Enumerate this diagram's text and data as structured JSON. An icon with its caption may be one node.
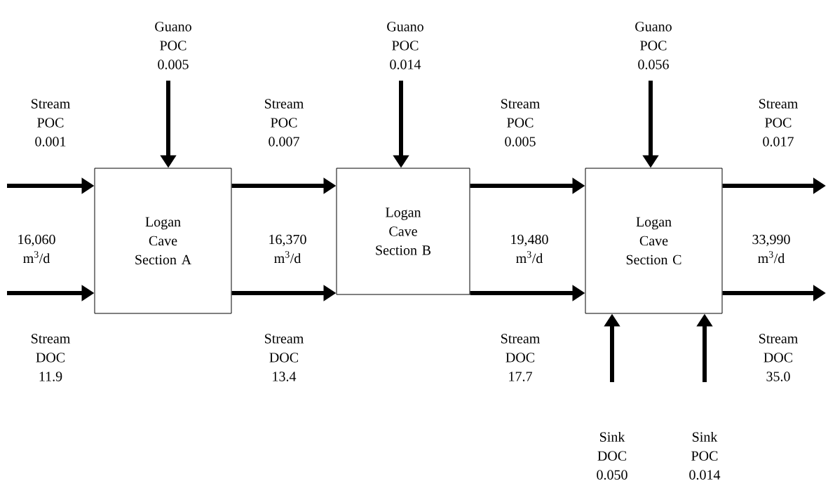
{
  "diagram": {
    "nodes": [
      {
        "text": [
          "Logan Cave Section A"
        ]
      },
      {
        "text": [
          "Logan Cave Section B"
        ]
      },
      {
        "text": [
          "Logan Cave Section C"
        ]
      }
    ],
    "edges": [
      {
        "from": null,
        "to": 0,
        "arrow": "to",
        "label": "Stream POC 0.001"
      },
      {
        "from": null,
        "to": 0,
        "arrow": "to",
        "label": "Stream DOC 11.9"
      },
      {
        "from": null,
        "to": 0,
        "arrow": "to",
        "label": "Guano POC 0.005"
      },
      {
        "from": 0,
        "to": 1,
        "arrow": "to",
        "label": "Stream POC 0.007"
      },
      {
        "from": 0,
        "to": 1,
        "arrow": "to",
        "label": "Stream DOC 13.4"
      },
      {
        "from": null,
        "to": 1,
        "arrow": "to",
        "label": "Guano POC 0.014"
      },
      {
        "from": 1,
        "to": 2,
        "arrow": "to",
        "label": "Stream POC 0.005"
      },
      {
        "from": 1,
        "to": 2,
        "arrow": "to",
        "label": "Stream DOC 17.7"
      },
      {
        "from": null,
        "to": 2,
        "arrow": "to",
        "label": "Guano POC 0.056"
      },
      {
        "from": null,
        "to": 2,
        "arrow": "to",
        "label": "Sink DOC 0.050"
      },
      {
        "from": null,
        "to": 2,
        "arrow": "to",
        "label": "Sink POC 0.014"
      },
      {
        "from": 2,
        "to": null,
        "arrow": "to",
        "label": "Stream POC 0.017"
      },
      {
        "from": 2,
        "to": null,
        "arrow": "to",
        "label": "Stream DOC 35.0"
      }
    ],
    "labels": [
      "16,060 m$^{3}$/d",
      "16,370 m$^{3}$/d",
      "19,480 m$^{3}$/d",
      "33,990 m$^{3}$/d"
    ]
  }
}
